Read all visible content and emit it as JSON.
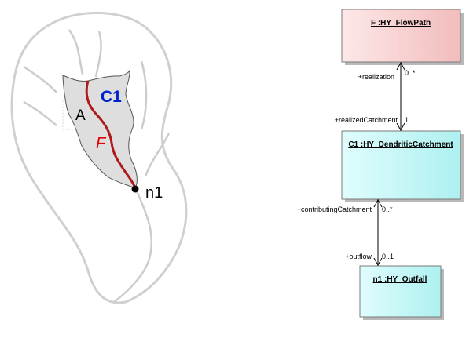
{
  "map": {
    "catchment_label": "C1",
    "area_label": "A",
    "flowpath_label": "F",
    "outlet_label": "n1",
    "colors": {
      "catchment_fill": "#dedede",
      "outline": "#d0d0d0",
      "flowpath": "#b01a1a",
      "catchment_label": "#0022cc",
      "flowpath_label": "#e00000"
    }
  },
  "uml": {
    "flowpath_class": "F :HY_FlowPath",
    "catchment_class": "C1 :HY_DendriticCatchment",
    "outfall_class": "n1 :HY_Outfall",
    "assoc_realization": {
      "role_top": "+realization",
      "mult_top": "0..*",
      "role_bottom": "+realizedCatchment",
      "mult_bottom": "1"
    },
    "assoc_outflow": {
      "role_top": "+contributingCatchment",
      "mult_top": "0..*",
      "role_bottom": "+outflow",
      "mult_bottom": "0..1"
    },
    "colors": {
      "flowpath_fill": "#f6cccc",
      "catchment_fill": "#c6f6f6",
      "outfall_fill": "#c6f6f6"
    }
  }
}
